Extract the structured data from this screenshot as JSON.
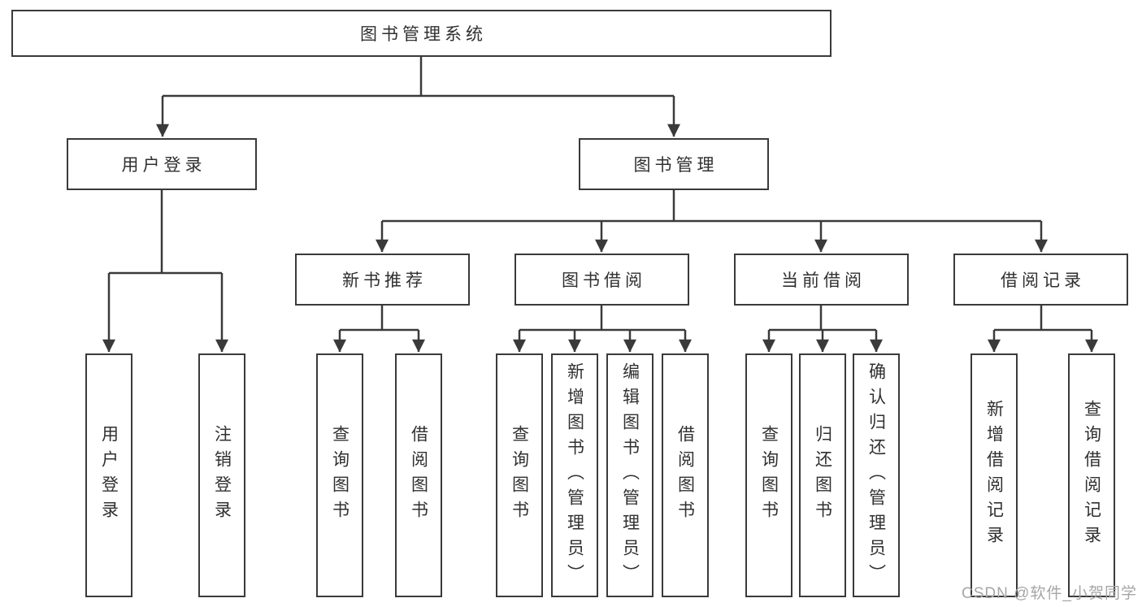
{
  "diagram": {
    "root": {
      "label": "图书管理系统"
    },
    "branches": [
      {
        "label": "用户登录",
        "children": [
          {
            "label": "用户登录"
          },
          {
            "label": "注销登录"
          }
        ]
      },
      {
        "label": "图书管理",
        "groups": [
          {
            "label": "新书推荐",
            "children": [
              {
                "label": "查询图书"
              },
              {
                "label": "借阅图书"
              }
            ]
          },
          {
            "label": "图书借阅",
            "children": [
              {
                "label": "查询图书"
              },
              {
                "label": "新增图书（管理员）"
              },
              {
                "label": "编辑图书（管理员）"
              },
              {
                "label": "借阅图书"
              }
            ]
          },
          {
            "label": "当前借阅",
            "children": [
              {
                "label": "查询图书"
              },
              {
                "label": "归还图书"
              },
              {
                "label": "确认归还（管理员）"
              }
            ]
          },
          {
            "label": "借阅记录",
            "children": [
              {
                "label": "新增借阅记录"
              },
              {
                "label": "查询借阅记录"
              }
            ]
          }
        ]
      }
    ]
  },
  "watermark": {
    "text": "CSDN @软件_小贺同学"
  },
  "colors": {
    "line": "#3a3a3a",
    "text": "#303030",
    "background": "#ffffff",
    "watermark": "#a6a6a6"
  }
}
